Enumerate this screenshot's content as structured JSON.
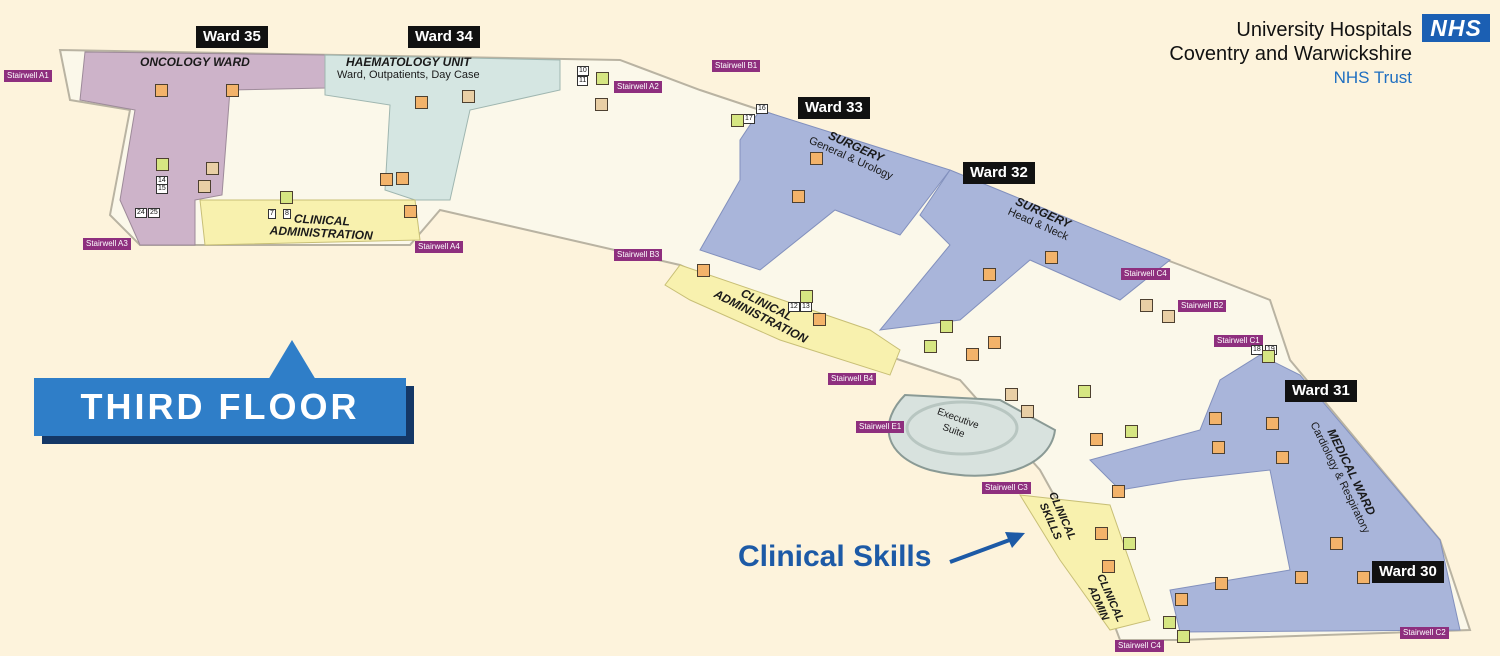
{
  "organisation": {
    "name_line1": "University Hospitals",
    "name_line2": "Coventry and Warwickshire",
    "trust": "NHS Trust",
    "logo_text": "NHS"
  },
  "floor": {
    "label": "THIRD FLOOR"
  },
  "callout": {
    "label": "Clinical Skills"
  },
  "wards": [
    "Ward 35",
    "Ward 34",
    "Ward 33",
    "Ward 32",
    "Ward 31",
    "Ward 30"
  ],
  "stairwells": [
    "Stairwell A1",
    "Stairwell A2",
    "Stairwell A3",
    "Stairwell A4",
    "Stairwell B1",
    "Stairwell B2",
    "Stairwell B3",
    "Stairwell B4",
    "Stairwell C1",
    "Stairwell C2",
    "Stairwell C3",
    "Stairwell C4",
    "Stairwell C4",
    "Stairwell E1"
  ],
  "zones": {
    "oncology": "ONCOLOGY WARD",
    "haematology": "HAEMATOLOGY UNIT",
    "haematology_sub": "Ward, Outpatients, Day Case",
    "clin_admin_1": "CLINICAL\nADMINISTRATION",
    "clin_admin_2": "CLINICAL\nADMINISTRATION",
    "surgery_33": "SURGERY",
    "surgery_33_sub": "General & Urology",
    "surgery_32": "SURGERY",
    "surgery_32_sub": "Head & Neck",
    "executive": "Executive\nSuite",
    "medical": "MEDICAL WARD",
    "medical_sub": "Cardiology & Respiratory",
    "clinical_skills": "CLINICAL\nSKILLS",
    "clinical_admin_small": "CLINICAL\nADMIN"
  },
  "lift_numbers": [
    "10",
    "11",
    "16",
    "17",
    "7",
    "8",
    "24",
    "25",
    "14",
    "15",
    "12",
    "13",
    "18",
    "19"
  ],
  "colors": {
    "purple": "#cdb3c9",
    "teal": "#d5e6e2",
    "yellow": "#f8f1ae",
    "blue": "#a9b5da",
    "corridor": "#fbf8ea",
    "stair_tag": "#8e2f7e",
    "nhs_blue": "#1b5fb3"
  }
}
